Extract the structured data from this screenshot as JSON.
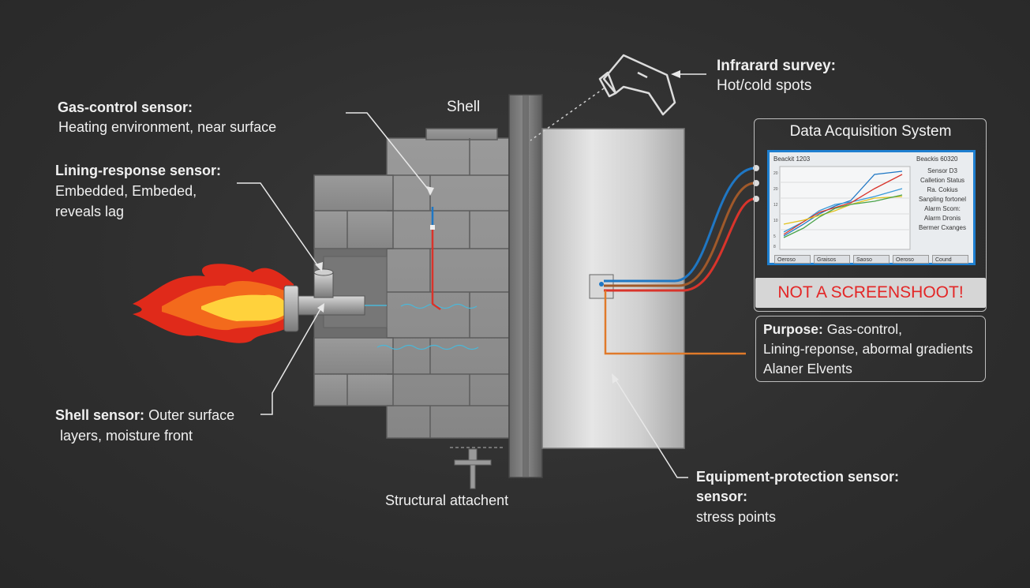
{
  "labels": {
    "gas_control_title": "Gas-control sensor:",
    "gas_control_desc": "Heating environment, near surface",
    "lining_title": "Lining-response sensor:",
    "lining_desc1": "Embedded, Embeded,",
    "lining_desc2": "reveals lag",
    "shell_sensor_title": "Shell sensor:",
    "shell_sensor_desc1": "Outer surface",
    "shell_sensor_desc2": "layers, moisture front",
    "shell": "Shell",
    "structural": "Structural attachent",
    "infrared_title": "Infrarard survey:",
    "infrared_desc": "Hot/cold spots",
    "equipment_title1": "Equipment-protection sensor:",
    "equipment_title2": "sensor:",
    "equipment_desc": "stress points"
  },
  "das": {
    "title": "Data Acquisition System",
    "screen_header_left": "Beackit 1203",
    "screen_header_right": "Beackis 60320",
    "side_items": [
      "Sensor D3",
      "Calletion Status",
      "Ra. Cokius",
      "Sanpling fortonel",
      "Alarm Scom:",
      "Alarm Dronis",
      "Bermer Cxanges"
    ],
    "y_ticks": [
      "20",
      "20",
      "12",
      "10",
      "5",
      "8"
    ],
    "buttons": [
      "Oeroso",
      "Graisos",
      "Saoso",
      "Oeroso",
      "Cound"
    ],
    "warning": "NOT A SCREENSHOOT!"
  },
  "purpose": {
    "title": "Purpose:",
    "line1": "Gas-control,",
    "line2": "Lining-reponse, abormal gradients",
    "line3": "Alaner Elvents"
  },
  "colors": {
    "flame_outer": "#e02a1a",
    "flame_mid": "#f36a1c",
    "flame_core": "#ffd23c",
    "wire_blue": "#1f77c4",
    "wire_red": "#d9342b",
    "wire_orange": "#e07a2a",
    "wire_brown": "#a0592a",
    "screen_border": "#1e7fd0",
    "warning_text": "#e32626"
  }
}
